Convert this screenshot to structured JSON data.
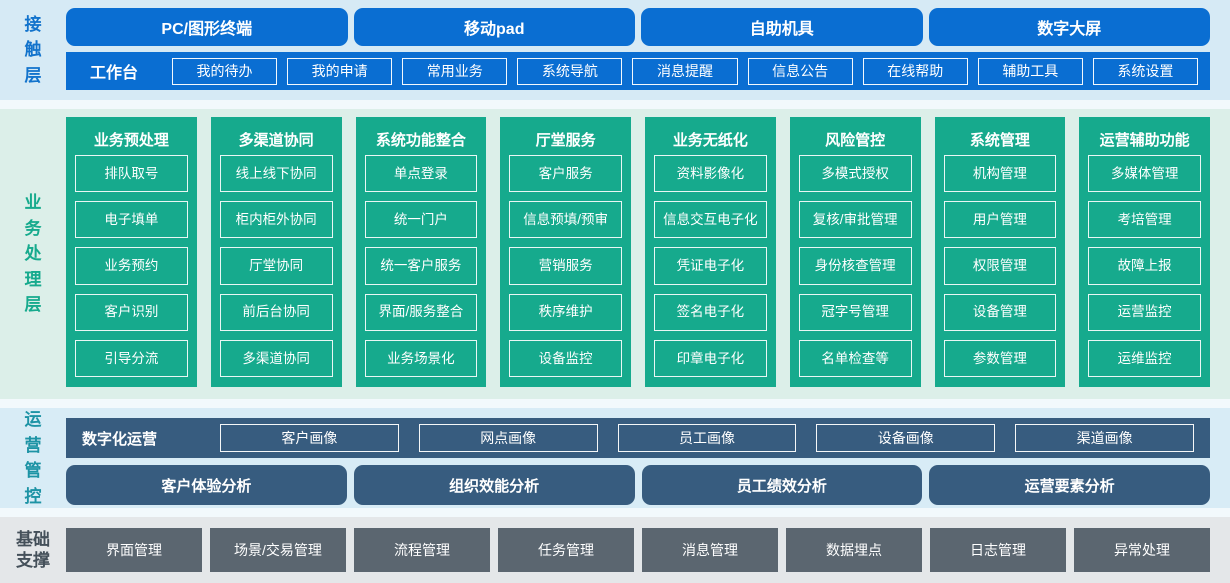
{
  "colors": {
    "accent_blue": "#0a6ed2",
    "accent_green": "#16aa8d",
    "accent_slate": "#375c7f",
    "accent_gray": "#5b6670"
  },
  "contact_layer": {
    "label": "接触层",
    "terminals": [
      "PC/图形终端",
      "移动pad",
      "自助机具",
      "数字大屏"
    ],
    "workbench": {
      "label": "工作台",
      "items": [
        "我的待办",
        "我的申请",
        "常用业务",
        "系统导航",
        "消息提醒",
        "信息公告",
        "在线帮助",
        "辅助工具",
        "系统设置"
      ]
    }
  },
  "business_layer": {
    "label": "业务处理层",
    "columns": [
      {
        "title": "业务预处理",
        "items": [
          "排队取号",
          "电子填单",
          "业务预约",
          "客户识别",
          "引导分流"
        ]
      },
      {
        "title": "多渠道协同",
        "items": [
          "线上线下协同",
          "柜内柜外协同",
          "厅堂协同",
          "前后台协同",
          "多渠道协同"
        ]
      },
      {
        "title": "系统功能整合",
        "items": [
          "单点登录",
          "统一门户",
          "统一客户服务",
          "界面/服务整合",
          "业务场景化"
        ]
      },
      {
        "title": "厅堂服务",
        "items": [
          "客户服务",
          "信息预填/预审",
          "营销服务",
          "秩序维护",
          "设备监控"
        ]
      },
      {
        "title": "业务无纸化",
        "items": [
          "资料影像化",
          "信息交互电子化",
          "凭证电子化",
          "签名电子化",
          "印章电子化"
        ]
      },
      {
        "title": "风险管控",
        "items": [
          "多模式授权",
          "复核/审批管理",
          "身份核查管理",
          "冠字号管理",
          "名单检查等"
        ]
      },
      {
        "title": "系统管理",
        "items": [
          "机构管理",
          "用户管理",
          "权限管理",
          "设备管理",
          "参数管理"
        ]
      },
      {
        "title": "运营辅助功能",
        "items": [
          "多媒体管理",
          "考培管理",
          "故障上报",
          "运营监控",
          "运维监控"
        ]
      }
    ]
  },
  "operations_layer": {
    "label": "运营管控",
    "digital_ops": {
      "label": "数字化运营",
      "items": [
        "客户画像",
        "网点画像",
        "员工画像",
        "设备画像",
        "渠道画像"
      ]
    },
    "analysis": [
      "客户体验分析",
      "组织效能分析",
      "员工绩效分析",
      "运营要素分析"
    ]
  },
  "foundation_layer": {
    "label": "基础支撑",
    "items": [
      "界面管理",
      "场景/交易管理",
      "流程管理",
      "任务管理",
      "消息管理",
      "数据埋点",
      "日志管理",
      "异常处理"
    ]
  }
}
